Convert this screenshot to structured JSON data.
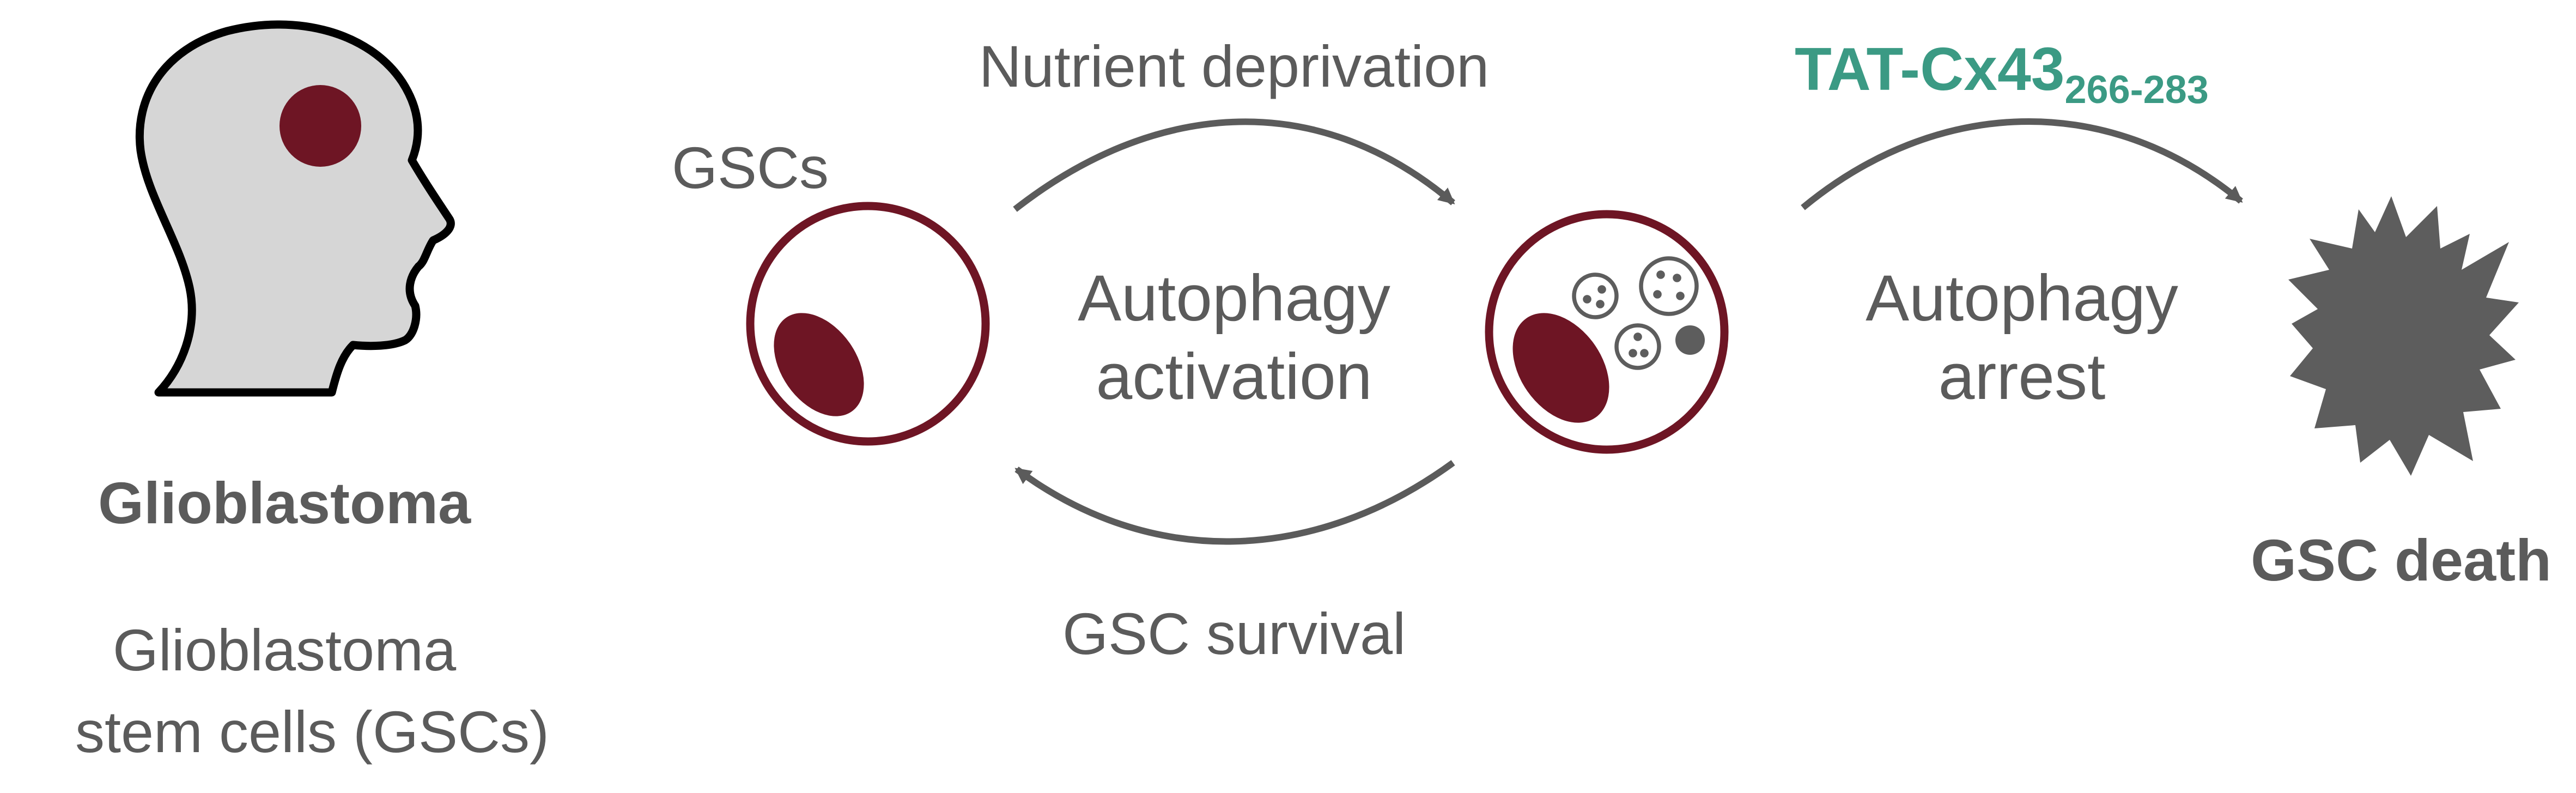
{
  "colors": {
    "cell_red": "#6e1524",
    "accent_teal": "#3b9a84",
    "text_grey": "#5b5b5b",
    "arrow_grey": "#5b5b5b",
    "death_grey": "#5d5d5d",
    "head_fill": "#d6d6d6",
    "outline": "#000000"
  },
  "icons": [
    "head-silhouette-icon",
    "tumor-dot-icon",
    "gsc-cell-icon",
    "autophagic-cell-icon",
    "vesicle-icon",
    "cell-death-burst-icon"
  ],
  "left": {
    "title": "Glioblastoma",
    "subtitle_line1": "Glioblastoma",
    "subtitle_line2": "stem cells (GSCs)"
  },
  "cycle": {
    "cell_label": "GSCs",
    "top_arrow_label": "Nutrient deprivation",
    "center_line1": "Autophagy",
    "center_line2": "activation",
    "bottom_arrow_label": "GSC survival"
  },
  "treatment": {
    "peptide_name": "TAT-Cx43",
    "peptide_subscript": "266-283",
    "arrow_label_line1": "Autophagy",
    "arrow_label_line2": "arrest",
    "outcome": "GSC death"
  }
}
